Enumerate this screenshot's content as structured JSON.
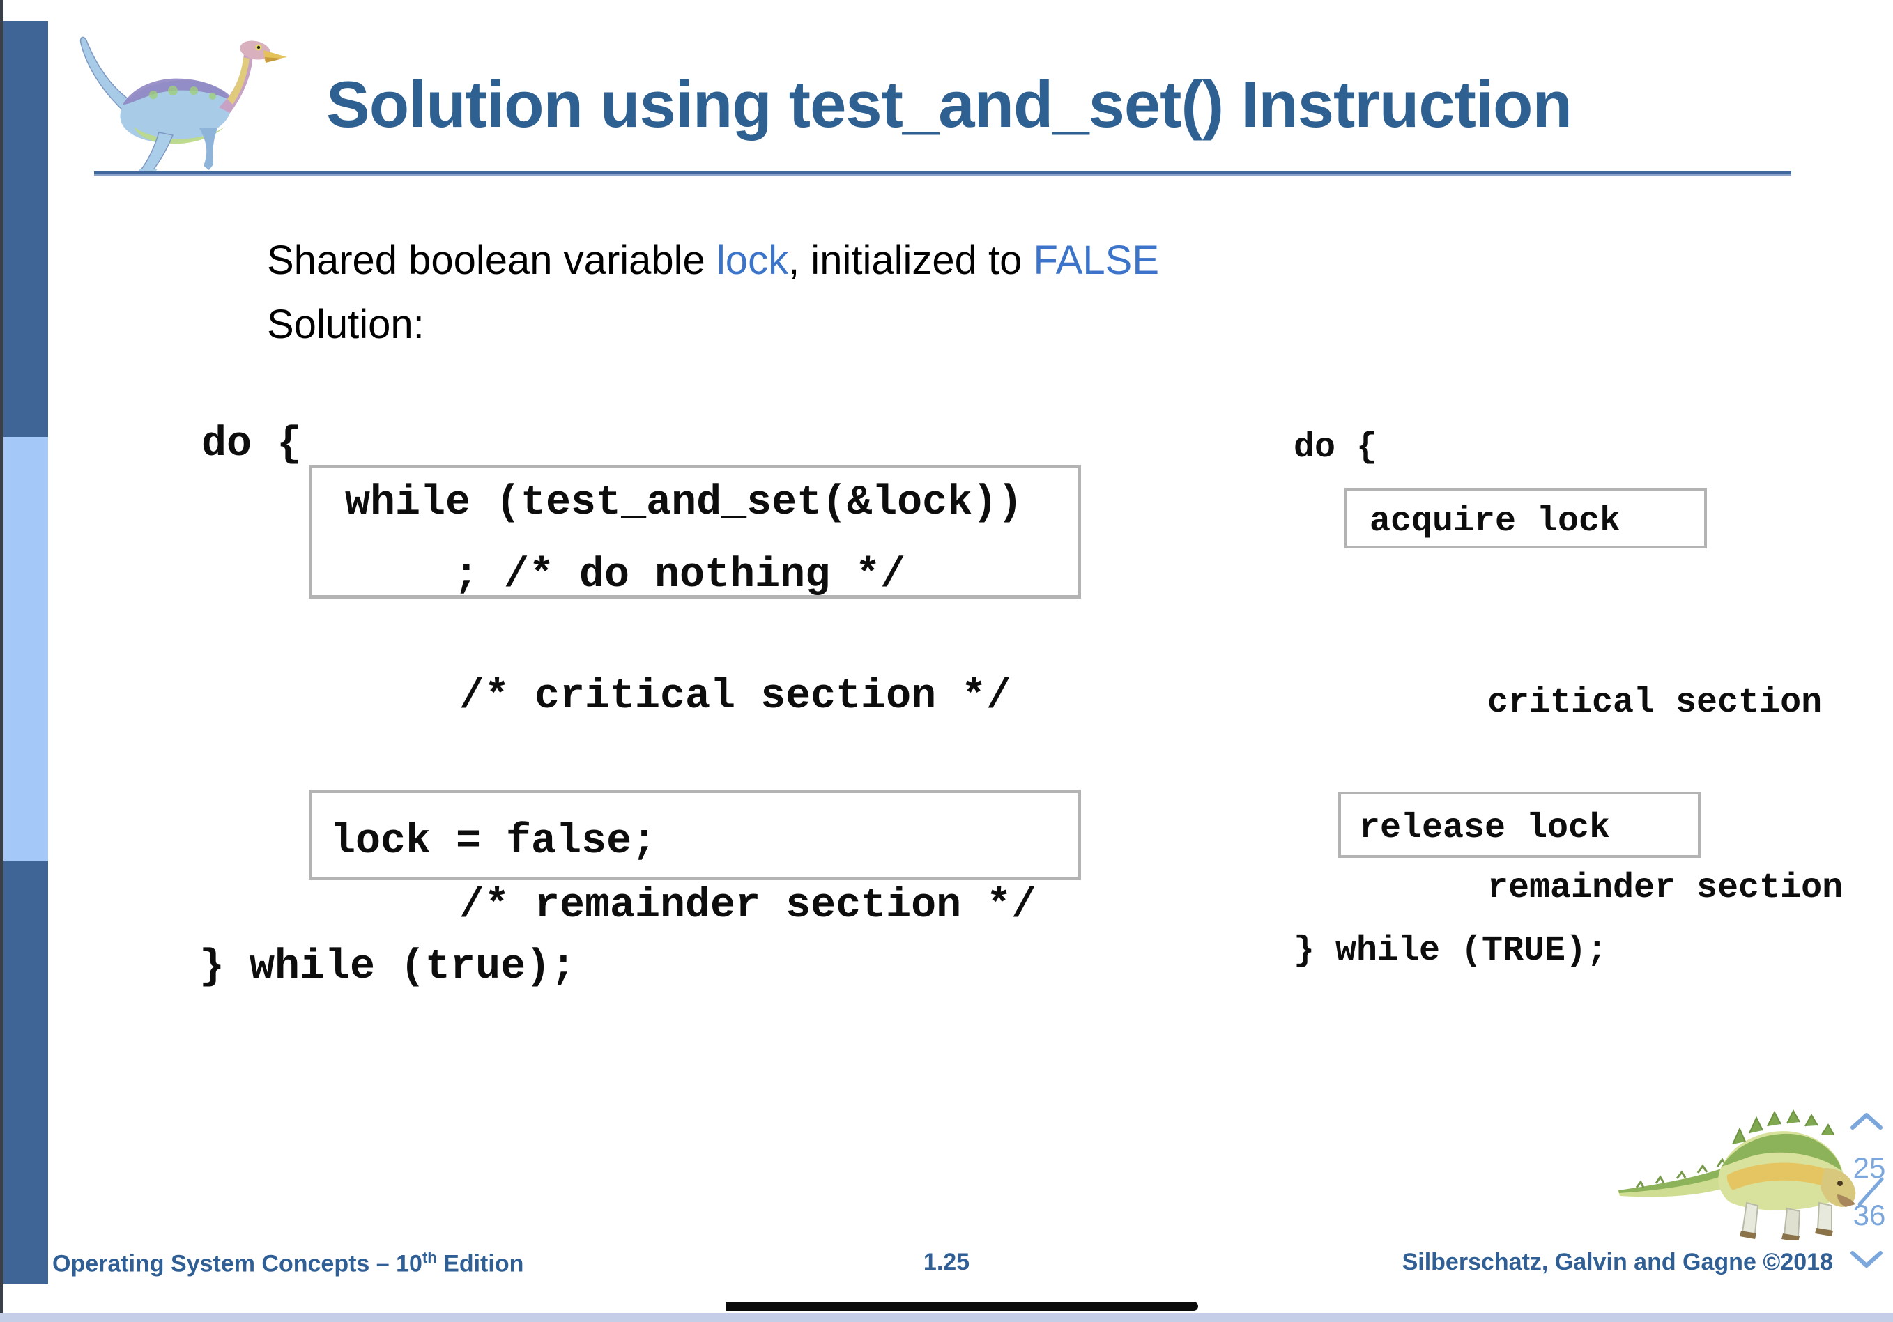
{
  "slide": {
    "title": "Solution using test_and_set() Instruction",
    "bullet": {
      "prefix": "Shared boolean variable ",
      "var_word": "lock",
      "middle": ", initialized to ",
      "value_word": "FALSE"
    },
    "solution_label": "Solution:"
  },
  "left_code": {
    "do_open": "do {",
    "box1_line1": "while (test_and_set(&lock))",
    "box1_line2": "; /* do nothing */",
    "critical_comment": "/* critical section */",
    "box2_line": "lock = false;",
    "remainder_comment": "/* remainder section */",
    "do_close": "} while (true);"
  },
  "right_code": {
    "do_open": "do {",
    "acquire_box": "acquire lock",
    "critical_label": "critical section",
    "release_box": "release lock",
    "remainder_label": "remainder section",
    "do_close": "} while (TRUE);"
  },
  "pager": {
    "current": "25",
    "total": "36",
    "up_icon": "chevron-up",
    "down_icon": "chevron-down",
    "divider_icon": "slash"
  },
  "footer": {
    "left_prefix": "Operating System Concepts – 10",
    "left_sup": "th",
    "left_suffix": " Edition",
    "center_page": "1.25",
    "right": "Silberschatz, Galvin and Gagne ©2018",
    "right_icon": "chevron-down"
  },
  "icons": {
    "top_logo": "dinosaur-gallimimus",
    "bottom_logo": "dinosaur-quadruped"
  },
  "colors": {
    "title_blue": "#2e6191",
    "keyword_blue": "#3b74c8",
    "footer_blue": "#2f5f94",
    "pager_blue": "#7ba7dc",
    "sidebar_dark": "#3f6596",
    "sidebar_light": "#a4c8f8",
    "box_border_gray": "#b3b3b3",
    "bottom_strip": "#c5cee7"
  }
}
